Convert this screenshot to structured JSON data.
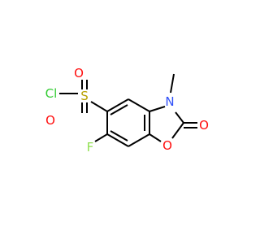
{
  "molecule": {
    "atoms": {
      "cl": {
        "text": "Cl",
        "color": "#33cc33"
      },
      "s": {
        "text": "S",
        "color": "#b8a100"
      },
      "o_sulfonyl_top": {
        "text": "O",
        "color": "#ff0d0d"
      },
      "o_sulfonyl_bottom": {
        "text": "O",
        "color": "#ff0d0d"
      },
      "n": {
        "text": "N",
        "color": "#3050f8"
      },
      "o_carbonyl": {
        "text": "O",
        "color": "#ff0d0d"
      },
      "o_ring": {
        "text": "O",
        "color": "#ff0d0d"
      },
      "f": {
        "text": "F",
        "color": "#90e050"
      }
    },
    "bond_color": "#000000"
  }
}
